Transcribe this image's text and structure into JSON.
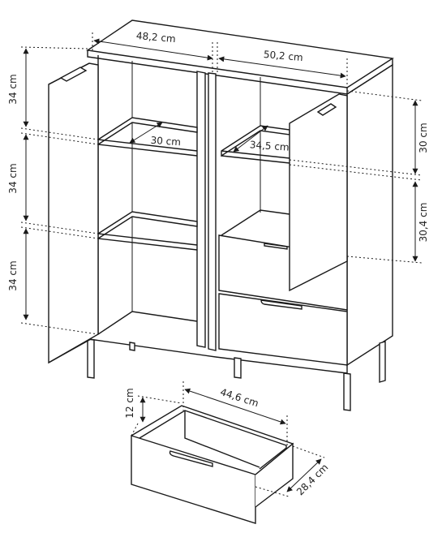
{
  "dimensions": {
    "top_left_width": "48,2 cm",
    "top_right_width": "50,2 cm",
    "left_height_top": "34 cm",
    "left_height_middle": "34 cm",
    "left_height_bottom": "34 cm",
    "right_height_upper": "30 cm",
    "right_height_lower": "30,4 cm",
    "left_shelf_depth": "30 cm",
    "right_shelf_depth": "34,5 cm",
    "drawer_width": "44,6 cm",
    "drawer_height": "12 cm",
    "drawer_depth": "28,4 cm"
  },
  "colors": {
    "line": "#1a1a1a",
    "background": "#ffffff"
  }
}
